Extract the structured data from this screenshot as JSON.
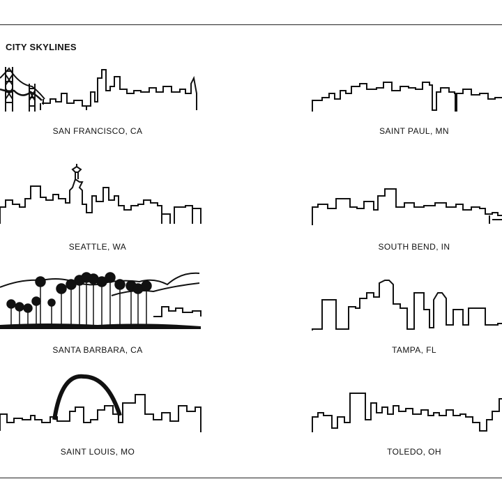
{
  "page": {
    "title": "CITY SKYLINES"
  },
  "cities": [
    {
      "label": "SAN FRANCISCO, CA"
    },
    {
      "label": "SAINT PAUL, MN"
    },
    {
      "label": "SEATTLE, WA"
    },
    {
      "label": "SOUTH BEND, IN"
    },
    {
      "label": "SANTA BARBARA, CA"
    },
    {
      "label": "TAMPA, FL"
    },
    {
      "label": "SAINT LOUIS, MO"
    },
    {
      "label": "TOLEDO, OH"
    }
  ],
  "colors": {
    "ink": "#111111",
    "background": "#ffffff"
  }
}
